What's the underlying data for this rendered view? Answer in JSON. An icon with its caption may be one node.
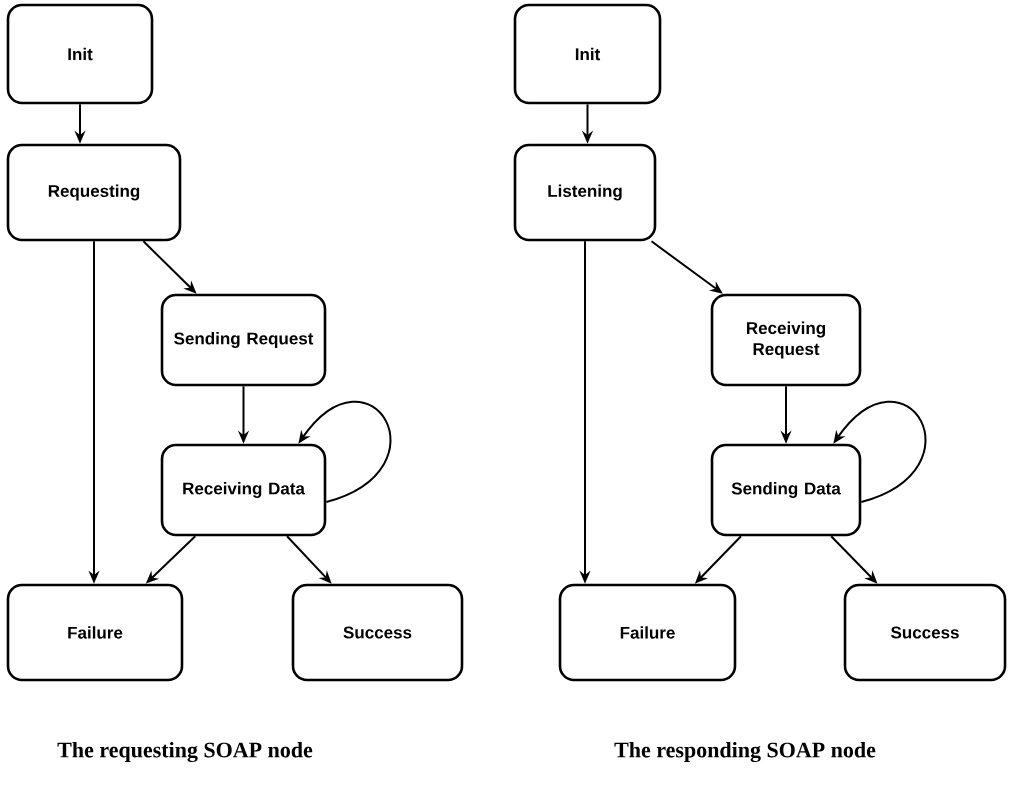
{
  "diagram": {
    "nodes": [
      {
        "text": [
          "Init"
        ]
      },
      {
        "text": [
          "Requesting"
        ]
      },
      {
        "text": [
          "Sending Request"
        ]
      },
      {
        "text": [
          "Receiving Data"
        ]
      },
      {
        "text": [
          "Failure"
        ]
      },
      {
        "text": [
          "Success"
        ]
      },
      {
        "text": [
          "Init"
        ]
      },
      {
        "text": [
          "Listening"
        ]
      },
      {
        "text": [
          "Receiving Request"
        ]
      },
      {
        "text": [
          "Sending Data"
        ]
      },
      {
        "text": [
          "Failure"
        ]
      },
      {
        "text": [
          "Success"
        ]
      }
    ],
    "edges": [
      {
        "from": 0,
        "to": 1,
        "arrow": "to"
      },
      {
        "from": 1,
        "to": 4,
        "arrow": "to"
      },
      {
        "from": 1,
        "to": 2,
        "arrow": "to"
      },
      {
        "from": 2,
        "to": 3,
        "arrow": "to"
      },
      {
        "from": 3,
        "to": 3,
        "arrow": "to"
      },
      {
        "from": 3,
        "to": 4,
        "arrow": "to"
      },
      {
        "from": 3,
        "to": 5,
        "arrow": "to"
      },
      {
        "from": 6,
        "to": 7,
        "arrow": "to"
      },
      {
        "from": 7,
        "to": 10,
        "arrow": "to"
      },
      {
        "from": 7,
        "to": 8,
        "arrow": "to"
      },
      {
        "from": 8,
        "to": 9,
        "arrow": "to"
      },
      {
        "from": 9,
        "to": 9,
        "arrow": "to"
      },
      {
        "from": 9,
        "to": 10,
        "arrow": "to"
      },
      {
        "from": 9,
        "to": 11,
        "arrow": "to"
      }
    ],
    "labels": [
      "The requesting SOAP node",
      "The responding SOAP node"
    ]
  }
}
